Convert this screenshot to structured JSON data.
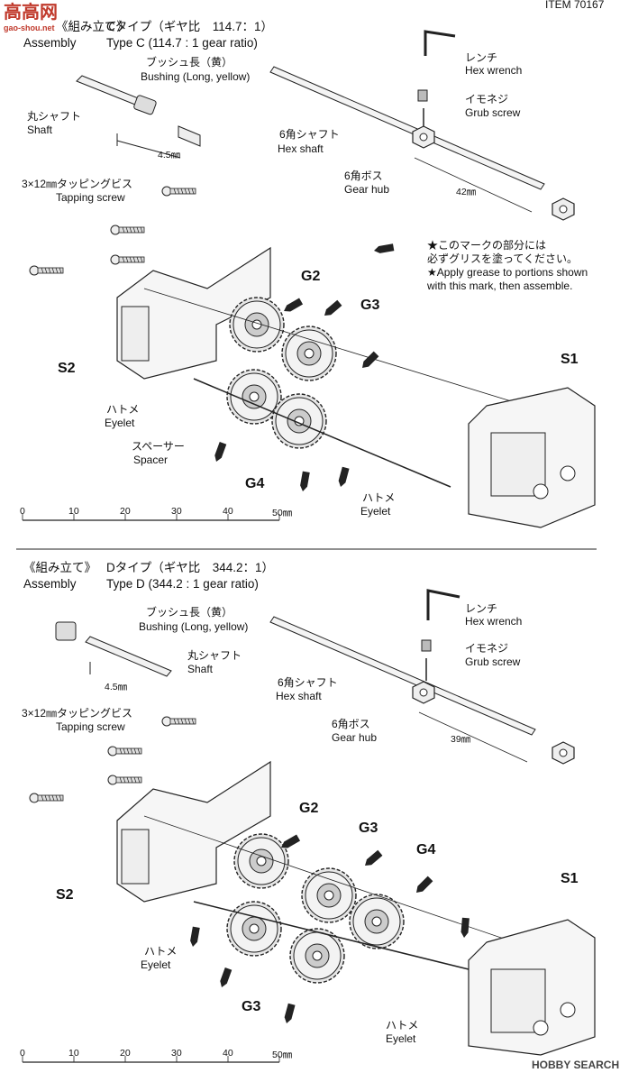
{
  "header": {
    "item_no": "ITEM 70167"
  },
  "watermark_top": {
    "chars": "高高网",
    "url": "gao-shou.net"
  },
  "watermark_bottom": {
    "text": "HOBBY SEARCH"
  },
  "assembly_c": {
    "title_jp_prefix": "《組み立て》",
    "title_en": "Assembly",
    "type_jp": "Cタイプ（ギヤ比　114.7：1）",
    "type_en": "Type C (114.7 : 1 gear ratio)",
    "bushing_jp": "ブッシュ長（黄）",
    "bushing_en": "Bushing (Long, yellow)",
    "shaft_jp": "丸シャフト",
    "shaft_en": "Shaft",
    "dim_bushing": "4.5㎜",
    "wrench_jp": "レンチ",
    "wrench_en": "Hex wrench",
    "grub_jp": "イモネジ",
    "grub_en": "Grub screw",
    "hexshaft_jp": "6角シャフト",
    "hexshaft_en": "Hex shaft",
    "gearhub_jp": "6角ボス",
    "gearhub_en": "Gear hub",
    "dim_hub": "42㎜",
    "tapping_jp": "3×12㎜タッピングビス",
    "tapping_en": "Tapping screw",
    "grease_note_jp1": "★このマークの部分には",
    "grease_note_jp2": "必ずグリスを塗ってください。",
    "grease_note_en1": "★Apply grease to portions shown",
    "grease_note_en2": "with this mark, then assemble.",
    "g2": "G2",
    "g3": "G3",
    "g4": "G4",
    "s1": "S1",
    "s2": "S2",
    "eyelet_jp": "ハトメ",
    "eyelet_en": "Eyelet",
    "spacer_jp": "スペーサー",
    "spacer_en": "Spacer",
    "eyelet2_jp": "ハトメ",
    "eyelet2_en": "Eyelet"
  },
  "assembly_d": {
    "title_jp": "《組み立て》",
    "title_en": "Assembly",
    "type_jp": "Dタイプ（ギヤ比　344.2：1）",
    "type_en": "Type D (344.2 : 1 gear ratio)",
    "bushing_jp": "ブッシュ長（黄）",
    "bushing_en": "Bushing (Long, yellow)",
    "shaft_jp": "丸シャフト",
    "shaft_en": "Shaft",
    "dim_bushing": "4.5㎜",
    "wrench_jp": "レンチ",
    "wrench_en": "Hex wrench",
    "grub_jp": "イモネジ",
    "grub_en": "Grub screw",
    "hexshaft_jp": "6角シャフト",
    "hexshaft_en": "Hex shaft",
    "gearhub_jp": "6角ボス",
    "gearhub_en": "Gear hub",
    "dim_hub": "39㎜",
    "tapping_jp": "3×12㎜タッピングビス",
    "tapping_en": "Tapping screw",
    "g2": "G2",
    "g3a": "G3",
    "g4": "G4",
    "g3b": "G3",
    "s1": "S1",
    "s2": "S2",
    "eyelet_jp": "ハトメ",
    "eyelet_en": "Eyelet",
    "eyelet2_jp": "ハトメ",
    "eyelet2_en": "Eyelet"
  },
  "ruler": {
    "ticks": [
      "0",
      "10",
      "20",
      "30",
      "40",
      "50㎜"
    ]
  }
}
